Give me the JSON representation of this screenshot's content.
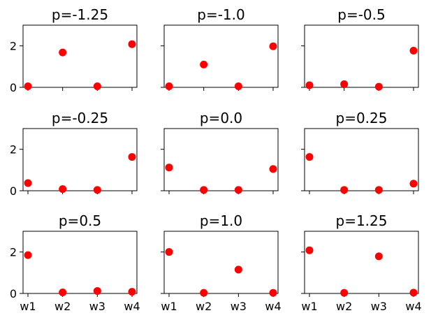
{
  "chart_data": {
    "type": "scatter",
    "marker_color": "#ff0000",
    "categories": [
      "w1",
      "w2",
      "w3",
      "w4"
    ],
    "yticks": [
      0,
      2
    ],
    "ylim": [
      0,
      3
    ],
    "grid": false,
    "shared_axes": true,
    "panels": [
      {
        "title": "p=-1.25",
        "values": [
          0.05,
          1.68,
          0.05,
          2.08
        ]
      },
      {
        "title": "p=-1.0",
        "values": [
          0.05,
          1.1,
          0.05,
          1.98
        ]
      },
      {
        "title": "p=-0.5",
        "values": [
          0.1,
          0.15,
          0.03,
          1.77
        ]
      },
      {
        "title": "p=-0.25",
        "values": [
          0.37,
          0.08,
          0.04,
          1.63
        ]
      },
      {
        "title": "p=0.0",
        "values": [
          1.12,
          0.04,
          0.04,
          1.05
        ]
      },
      {
        "title": "p=0.25",
        "values": [
          1.63,
          0.04,
          0.04,
          0.34
        ]
      },
      {
        "title": "p=0.5",
        "values": [
          1.85,
          0.05,
          0.12,
          0.08
        ]
      },
      {
        "title": "p=1.0",
        "values": [
          2.0,
          0.03,
          1.15,
          0.03
        ]
      },
      {
        "title": "p=1.25",
        "values": [
          2.08,
          0.03,
          1.79,
          0.04
        ]
      }
    ]
  }
}
